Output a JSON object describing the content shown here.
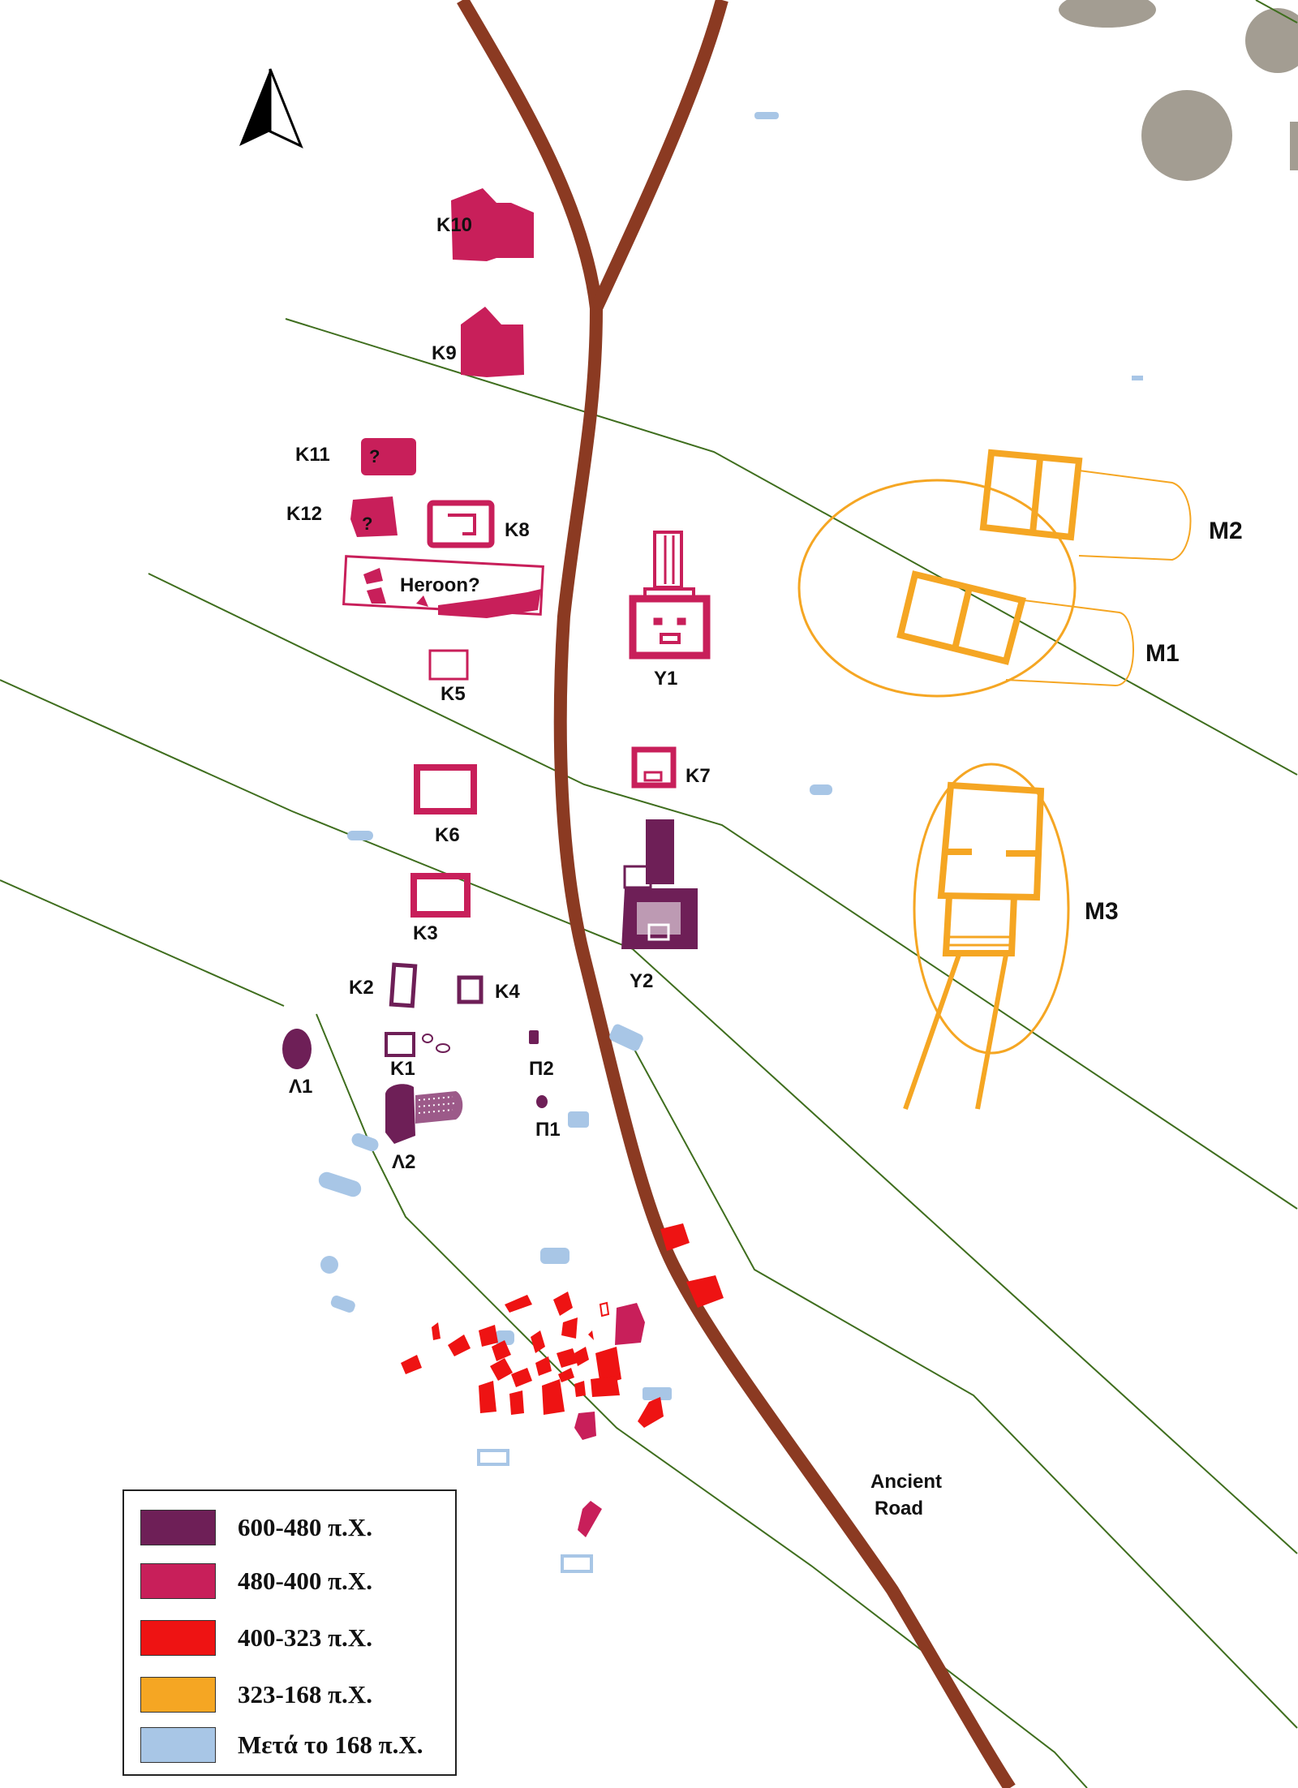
{
  "colors": {
    "road": "#8b3a22",
    "contour": "#3f6e1e",
    "archaic": "#6e1f57",
    "classical": "#c81f5a",
    "late_classical": "#ee1313",
    "hellenistic": "#f5a623",
    "post_168": "#a8c6e6",
    "circles": "#a39d92"
  },
  "icons": {
    "north_arrow": "north-arrow-icon"
  },
  "labels": {
    "k10": "K10",
    "k9": "K9",
    "k11": "K11",
    "k12": "K12",
    "k8": "K8",
    "heroon": "Heroon?",
    "k5": "K5",
    "y1": "Y1",
    "k7": "K7",
    "k6": "K6",
    "k3": "K3",
    "y2": "Y2",
    "k2": "K2",
    "k4": "K4",
    "k1": "K1",
    "l1": "Λ1",
    "l2": "Λ2",
    "p2": "Π2",
    "p1": "Π1",
    "m2": "M2",
    "m1": "M1",
    "m3": "M3",
    "q1": "?",
    "q2": "?",
    "road_line1": "Ancient",
    "road_line2": "Road"
  },
  "legend": {
    "items": [
      {
        "label": "600-480 π.Χ.",
        "color": "#6e1f57"
      },
      {
        "label": "480-400 π.Χ.",
        "color": "#c81f5a"
      },
      {
        "label": "400-323 π.Χ.",
        "color": "#ee1313"
      },
      {
        "label": "323-168 π.Χ.",
        "color": "#f5a623"
      },
      {
        "label": "Μετά το 168 π.Χ.",
        "color": "#a8c6e6"
      }
    ]
  }
}
